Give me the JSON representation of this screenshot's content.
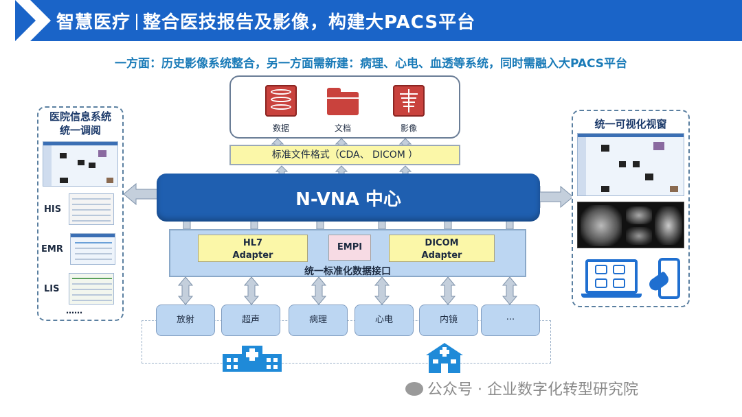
{
  "header": {
    "title_part1": "智慧医疗",
    "title_part2": "整合医技报告及影像，构建大PACS平台"
  },
  "subtitle": "一方面：历史影像系统整合，另一方面需新建：病理、心电、血透等系统，同时需融入大PACS平台",
  "left_panel": {
    "title_line1": "医院信息系统",
    "title_line2": "统一调阅",
    "systems": [
      "HIS",
      "EMR",
      "LIS"
    ],
    "ellipsis": "……"
  },
  "right_panel": {
    "title": "统一可视化视窗"
  },
  "storage": {
    "items": [
      {
        "label": "数据",
        "icon": "database-icon"
      },
      {
        "label": "文档",
        "icon": "folder-icon"
      },
      {
        "label": "影像",
        "icon": "xray-icon"
      }
    ]
  },
  "format_bar": "标准文件格式（CDA、 DICOM ）",
  "vna_center": "N-VNA 中心",
  "adapters": {
    "hl7_line1": "HL7",
    "hl7_line2": "Adapter",
    "empi": "EMPI",
    "dicom_line1": "DICOM",
    "dicom_line2": "Adapter"
  },
  "interface_label": "统一标准化数据接口",
  "sources": [
    "放射",
    "超声",
    "病理",
    "心电",
    "内镜",
    "···"
  ],
  "watermark": "公众号 · 企业数字化转型研究院",
  "colors": {
    "header_blue": "#1a64c8",
    "vna_blue": "#1f5fb0",
    "subtitle_teal": "#1a7bb8",
    "yellow_box": "#fbf7a8",
    "light_blue_box": "#bcd6f2",
    "icon_red": "#c9423d",
    "arrow_gray": "#c4cfdc"
  }
}
